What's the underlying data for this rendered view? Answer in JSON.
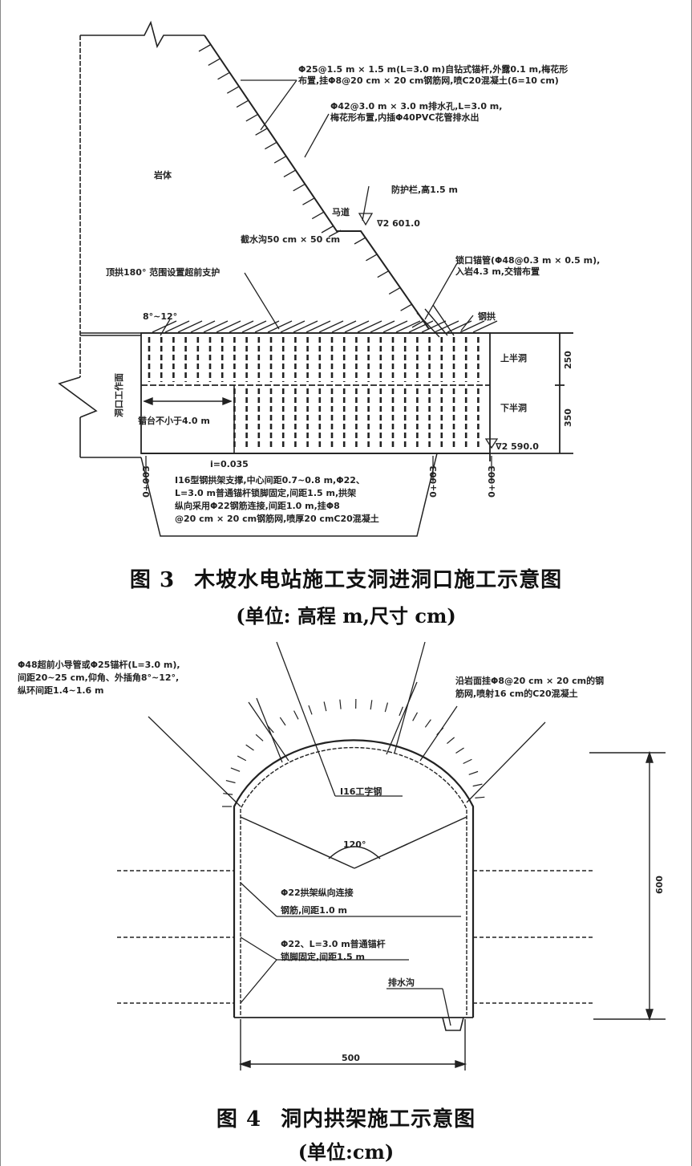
{
  "figure3": {
    "caption_number": "图 3",
    "caption_title": "木坡水电站施工支洞进洞口施工示意图",
    "unit_note": "(单位: 高程 m,尺寸 cm)",
    "labels": {
      "anchor_note_1": "Φ25@1.5 m × 1.5 m(L=3.0 m)自钻式锚杆,外露0.1 m,梅花形",
      "anchor_note_2": "布置,挂Φ8@20 cm × 20 cm钢筋网,喷C20混凝土(δ=10 cm)",
      "drain_note_1": "Φ42@3.0 m × 3.0 m排水孔,L=3.0 m,",
      "drain_note_2": "梅花形布置,内插Φ40PVC花管排水出",
      "rock": "岩体",
      "protect_rail": "防护栏,高1.5 m",
      "ditch": "马道",
      "elev_top": "∇2 601.0",
      "drain_ditch": "截水沟50 cm × 50 cm",
      "arch_note": "顶拱180° 范围设置超前支护",
      "lock_note_1": "锁口锚管(Φ48@0.3 m × 0.5 m),",
      "lock_note_2": "入岩4.3 m,交错布置",
      "steel_frame": "钢拱",
      "angle": "8°~12°",
      "upper_bench": "上半洞",
      "lower_bench": "下半洞",
      "dim_250": "250",
      "dim_350": "350",
      "left_axis": "洞口工作面",
      "bench_length": "错台不小于4.0 m",
      "elev_bottom": "∇2 590.0",
      "slope": "i=0.035",
      "station_1": "0+003",
      "station_2": "0+003",
      "station_3": "0+003",
      "support_note_1": "I16型钢拱架支撑,中心间距0.7~0.8 m,Φ22、",
      "support_note_2": "L=3.0 m普通锚杆锁脚固定,间距1.5 m,拱架",
      "support_note_3": "纵向采用Φ22钢筋连接,间距1.0 m,挂Φ8",
      "support_note_4": "@20 cm × 20 cm钢筋网,喷厚20 cmC20混凝土"
    }
  },
  "figure4": {
    "caption_number": "图 4",
    "caption_title": "洞内拱架施工示意图",
    "unit_note": "(单位:cm)",
    "labels": {
      "advance_note_1": "Φ48超前小导管或Φ25锚杆(L=3.0 m),",
      "advance_note_2": "间距20~25 cm,仰角、外插角8°~12°,",
      "advance_note_3": "纵环间距1.4~1.6 m",
      "mesh_note_1": "沿岩面挂Φ8@20 cm × 20 cm的钢",
      "mesh_note_2": "筋网,喷射16 cm的C20混凝土",
      "i16": "I16工字钢",
      "angle_120": "120°",
      "link_note_1": "Φ22拱架纵向连接",
      "link_note_2": "钢筋,间距1.0 m",
      "bolt_note_1": "Φ22、L=3.0 m普通锚杆",
      "bolt_note_2": "锁脚固定,间距1.5 m",
      "drain": "排水沟",
      "height": "600",
      "width": "500"
    }
  }
}
